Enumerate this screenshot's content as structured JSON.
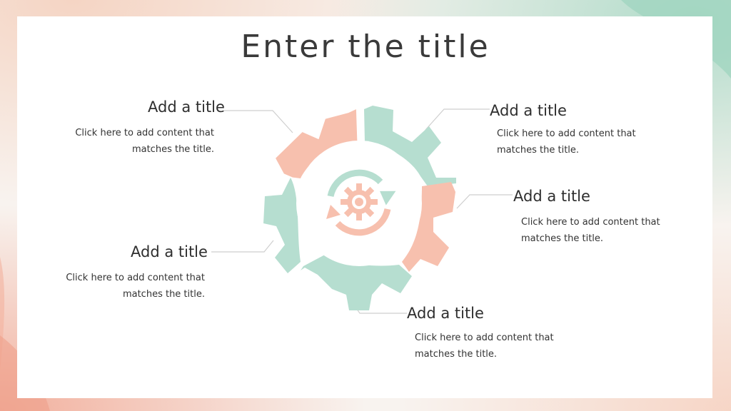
{
  "page": {
    "title": "Enter the title"
  },
  "colors": {
    "salmon": "#f7c0ae",
    "mint": "#b6ded0",
    "connector": "#cfcfcf",
    "text": "#333333"
  },
  "items": [
    {
      "title": "Add a title",
      "desc_line1": "Click here to add content that",
      "desc_line2": "matches the title."
    },
    {
      "title": "Add a title",
      "desc_line1": "Click here to add content that",
      "desc_line2": "matches the title."
    },
    {
      "title": "Add a title",
      "desc_line1": "Click here to add content that",
      "desc_line2": "matches the title."
    },
    {
      "title": "Add a title",
      "desc_line1": "Click here to add content that",
      "desc_line2": "matches the title."
    },
    {
      "title": "Add a title",
      "desc_line1": "Click here to add content that",
      "desc_line2": "matches the title."
    }
  ],
  "center_icon": "gear-refresh-icon"
}
